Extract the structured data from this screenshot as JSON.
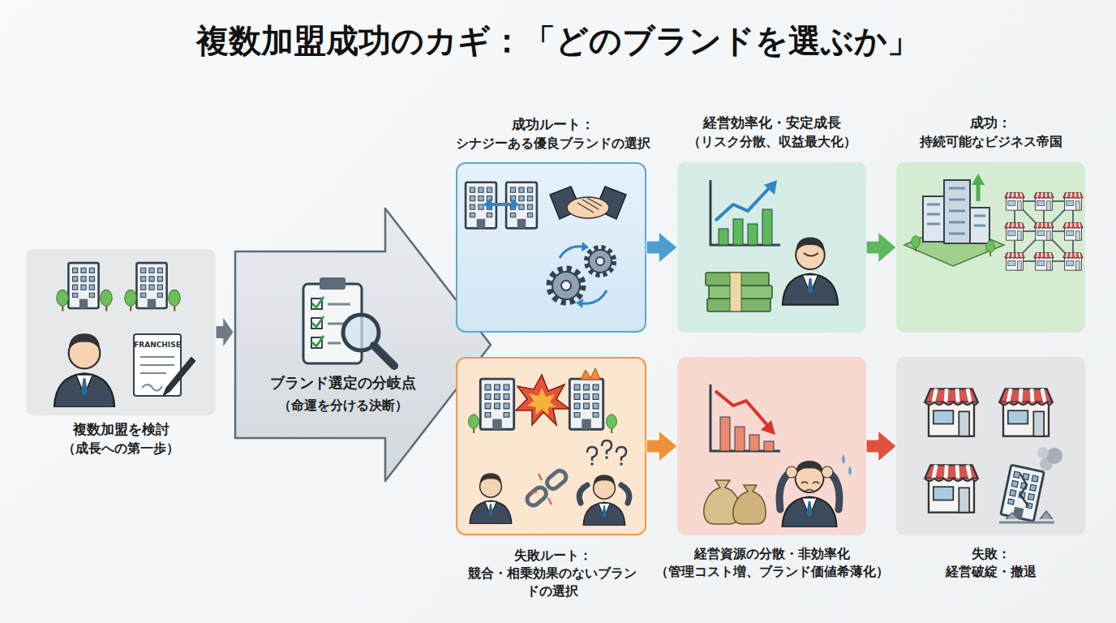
{
  "diagram": {
    "title": "複数加盟成功のカギ：「どのブランドを選ぶか」",
    "nodes": [
      {
        "text": [
          "複数加盟を検討",
          "（成長への第一歩）"
        ]
      },
      {
        "text": [
          "ブランド選定の分岐点",
          "（命運を分ける決断）"
        ]
      },
      {
        "text": [
          "成功ルート：",
          "シナジーある優良ブランドの選択"
        ]
      },
      {
        "text": [
          "経営効率化・安定成長",
          "（リスク分散、収益最大化）"
        ]
      },
      {
        "text": [
          "成功：",
          "持続可能なビジネス帝国"
        ]
      },
      {
        "text": [
          "失敗ルート：",
          "競合・相乗効果のないブランドの選択"
        ]
      },
      {
        "text": [
          "経営資源の分散・非効率化",
          "（管理コスト増、ブランド価値希薄化）"
        ]
      },
      {
        "text": [
          "失敗：",
          "経営破綻・撤退"
        ]
      }
    ],
    "edges": [
      {
        "from": 0,
        "to": 1,
        "arrow": "to"
      },
      {
        "from": 2,
        "to": 3,
        "arrow": "to"
      },
      {
        "from": 3,
        "to": 4,
        "arrow": "to"
      },
      {
        "from": 5,
        "to": 6,
        "arrow": "to"
      },
      {
        "from": 6,
        "to": 7,
        "arrow": "to"
      }
    ],
    "labels": [
      "FRANCHISE"
    ]
  }
}
